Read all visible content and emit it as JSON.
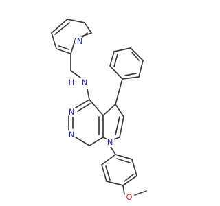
{
  "molecule": {
    "atoms": {
      "n_pyridine": "N",
      "n_amine": "N",
      "h_amine": "H",
      "n_pyrimidine_top": "N",
      "n_pyrimidine_bottom": "N",
      "n_pyrrole": "N",
      "o_methoxy": "O"
    },
    "colors": {
      "nitrogen": "#1f1fe0",
      "oxygen": "#e02020",
      "bond": "#3a3a3a"
    }
  }
}
